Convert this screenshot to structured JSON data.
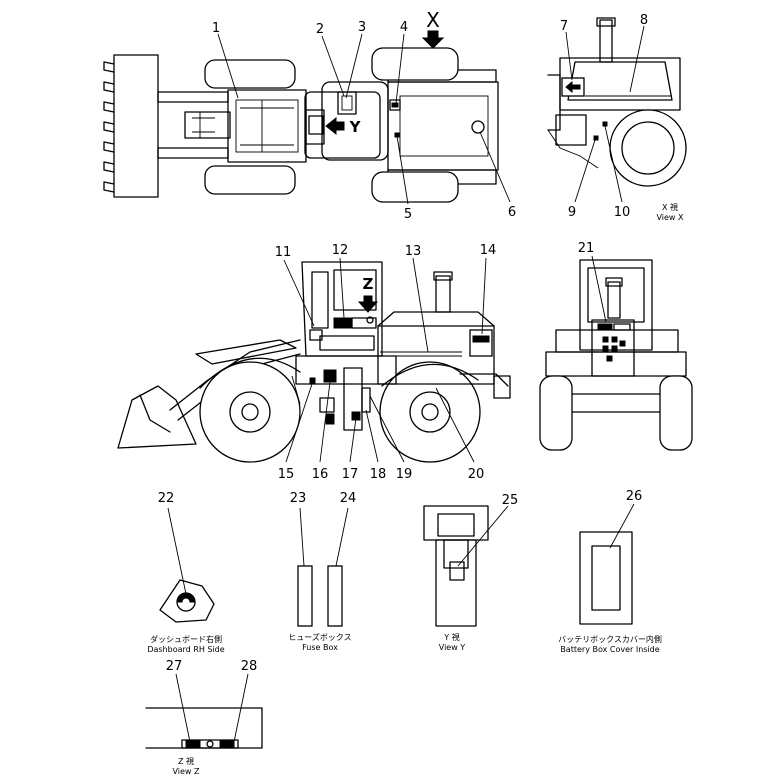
{
  "callouts": [
    "1",
    "2",
    "3",
    "4",
    "5",
    "6",
    "7",
    "8",
    "9",
    "10",
    "11",
    "12",
    "13",
    "14",
    "15",
    "16",
    "17",
    "18",
    "19",
    "20",
    "21",
    "22",
    "23",
    "24",
    "25",
    "26",
    "27",
    "28"
  ],
  "view_markers": {
    "x": "X",
    "y": "Y",
    "z": "Z"
  },
  "captions": {
    "view_x_jp": "X 視",
    "view_x_en": "View X",
    "dashboard_jp": "ダッシュボード右側",
    "dashboard_en": "Dashboard RH Side",
    "fuse_jp": "ヒューズボックス",
    "fuse_en": "Fuse Box",
    "view_y_jp": "Y 視",
    "view_y_en": "View Y",
    "battery_jp": "バッテリボックスカバー内側",
    "battery_en": "Battery Box Cover Inside",
    "view_z_jp": "Z 視",
    "view_z_en": "View Z"
  }
}
